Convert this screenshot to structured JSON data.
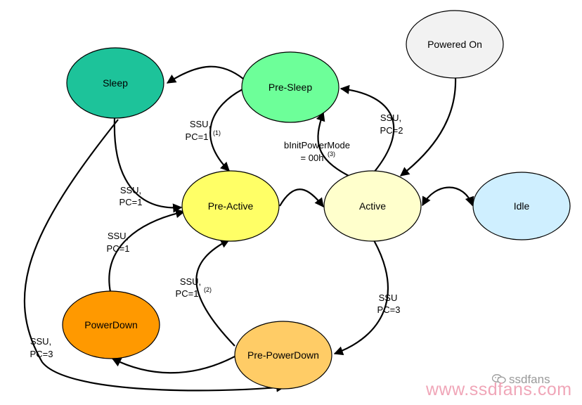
{
  "states": {
    "powered_on": "Powered On",
    "sleep": "Sleep",
    "pre_sleep": "Pre-Sleep",
    "pre_active": "Pre-Active",
    "active": "Active",
    "idle": "Idle",
    "powerdown": "PowerDown",
    "pre_powerdown": "Pre-PowerDown"
  },
  "colors": {
    "sleep": "#1dc39a",
    "pre_sleep": "#6dff99",
    "pre_active": "#ffff66",
    "active": "#ffffcc",
    "idle": "#cfefff",
    "powerdown": "#ff9900",
    "pre_powerdown": "#ffcc66",
    "powered_on": "#f2f2f2"
  },
  "edges": {
    "presleep_to_preactive": {
      "line1": "SSU,",
      "line2": "PC=1",
      "note": "(1)"
    },
    "active_to_presleep_mode": {
      "line1": "bInitPowerMode",
      "line2": "= 00h",
      "note": "(3)"
    },
    "active_to_presleep": {
      "line1": "SSU,",
      "line2": "PC=2"
    },
    "sleep_to_preactive": {
      "line1": "SSU,",
      "line2": "PC=1"
    },
    "powerdown_to_preactive": {
      "line1": "SSU,",
      "line2": "PC=1"
    },
    "prepowerdown_to_preactive": {
      "line1": "SSU,",
      "line2": "PC=1",
      "note": "(2)"
    },
    "active_to_prepowerdown": {
      "line1": "SSU",
      "line2": "PC=3"
    },
    "sleep_to_prepowerdown": {
      "line1": "SSU,",
      "line2": "PC=3"
    }
  },
  "watermark": {
    "url": "www.ssdfans.com",
    "brand": "ssdfans",
    "icon": "wechat-icon"
  }
}
